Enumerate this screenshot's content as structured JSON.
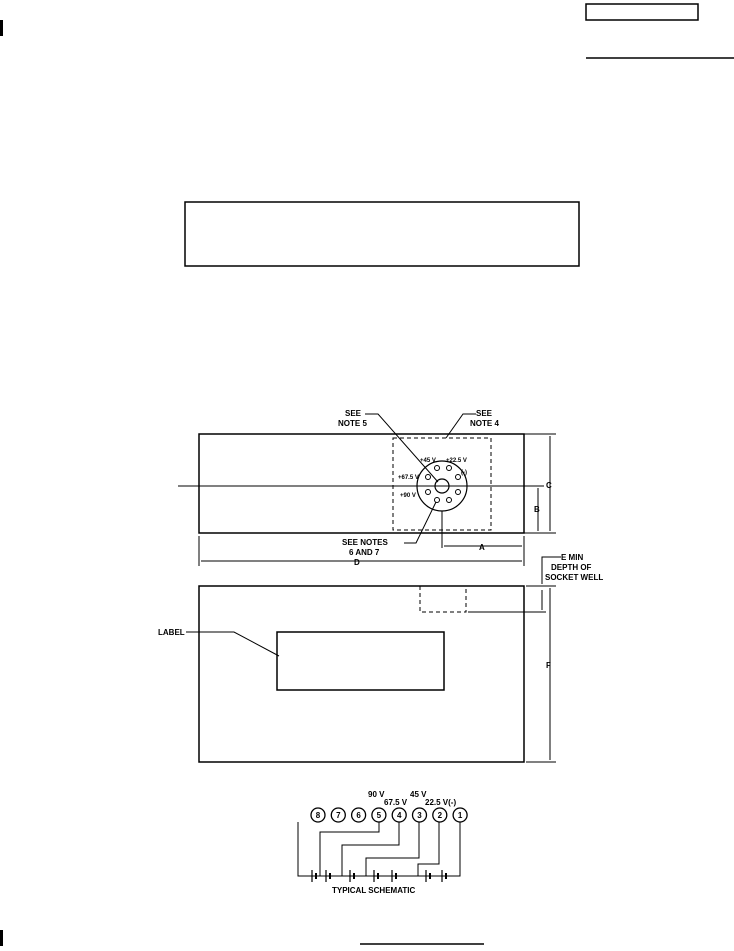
{
  "labels": {
    "see_note_5_line1": "SEE",
    "see_note_5_line2": "NOTE 5",
    "see_note_4_line1": "SEE",
    "see_note_4_line2": "NOTE 4",
    "see_notes_6_7_line1": "SEE NOTES",
    "see_notes_6_7_line2": "6 AND 7",
    "dim_a": "A",
    "dim_b": "B",
    "dim_c": "C",
    "dim_d": "D",
    "dim_f": "F",
    "e_min_line1": "E MIN",
    "e_min_line2": "DEPTH OF",
    "e_min_line3": "SOCKET WELL",
    "label_callout": "LABEL",
    "typical_schematic": "TYPICAL SCHEMATIC"
  },
  "socket_voltages": {
    "v45": "+45 V",
    "v22_5": "+22.5 V",
    "v67_5": "+67.5 V",
    "minus": "(-)",
    "v90": "+90 V"
  },
  "schematic_voltages": {
    "v90": "90 V",
    "v45": "45 V",
    "v67_5": "67.5 V",
    "v22_5": "22.5 V(-)"
  },
  "terminals": [
    "8",
    "7",
    "6",
    "5",
    "4",
    "3",
    "2",
    "1"
  ]
}
